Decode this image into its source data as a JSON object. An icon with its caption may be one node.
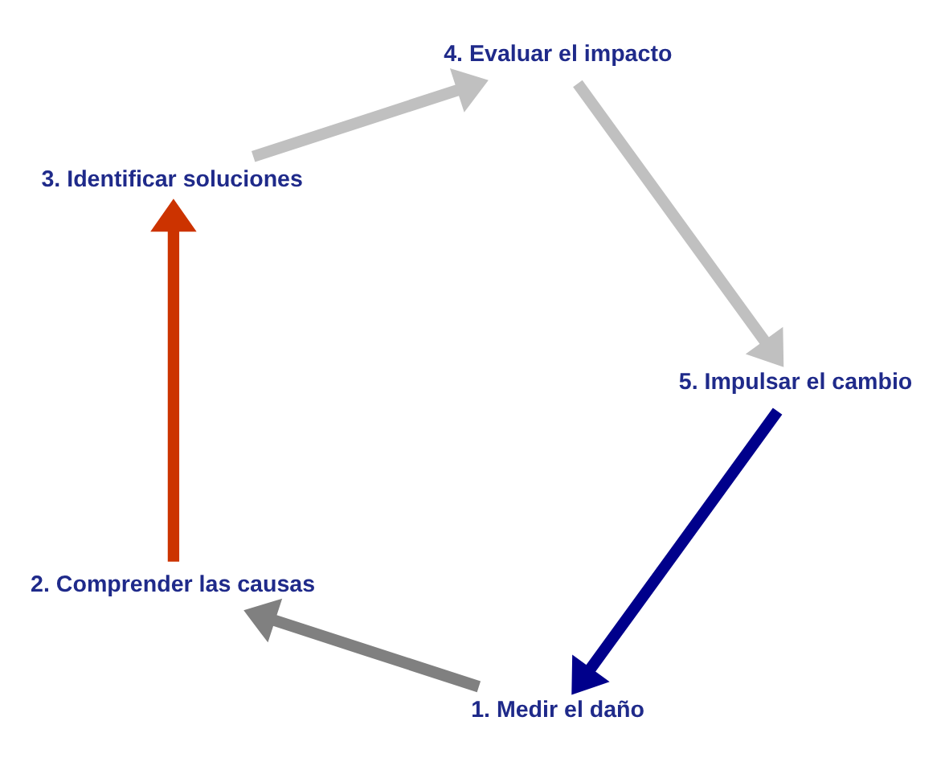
{
  "diagram": {
    "nodes": [
      {
        "text": [
          "1. Medir el daño"
        ]
      },
      {
        "text": [
          "2. Comprender las causas"
        ]
      },
      {
        "text": [
          "3. Identificar soluciones"
        ]
      },
      {
        "text": [
          "4. Evaluar el impacto"
        ]
      },
      {
        "text": [
          "5. Impulsar el cambio"
        ]
      }
    ],
    "edges": [
      {
        "from": 4,
        "to": 0,
        "arrow": "to",
        "color": "#00008b"
      },
      {
        "from": 0,
        "to": 1,
        "arrow": "to",
        "color": "#808080"
      },
      {
        "from": 1,
        "to": 2,
        "arrow": "to",
        "color": "#cc3300"
      },
      {
        "from": 2,
        "to": 3,
        "arrow": "to",
        "color": "#c0c0c0"
      },
      {
        "from": 3,
        "to": 4,
        "arrow": "to",
        "color": "#c0c0c0"
      }
    ]
  }
}
